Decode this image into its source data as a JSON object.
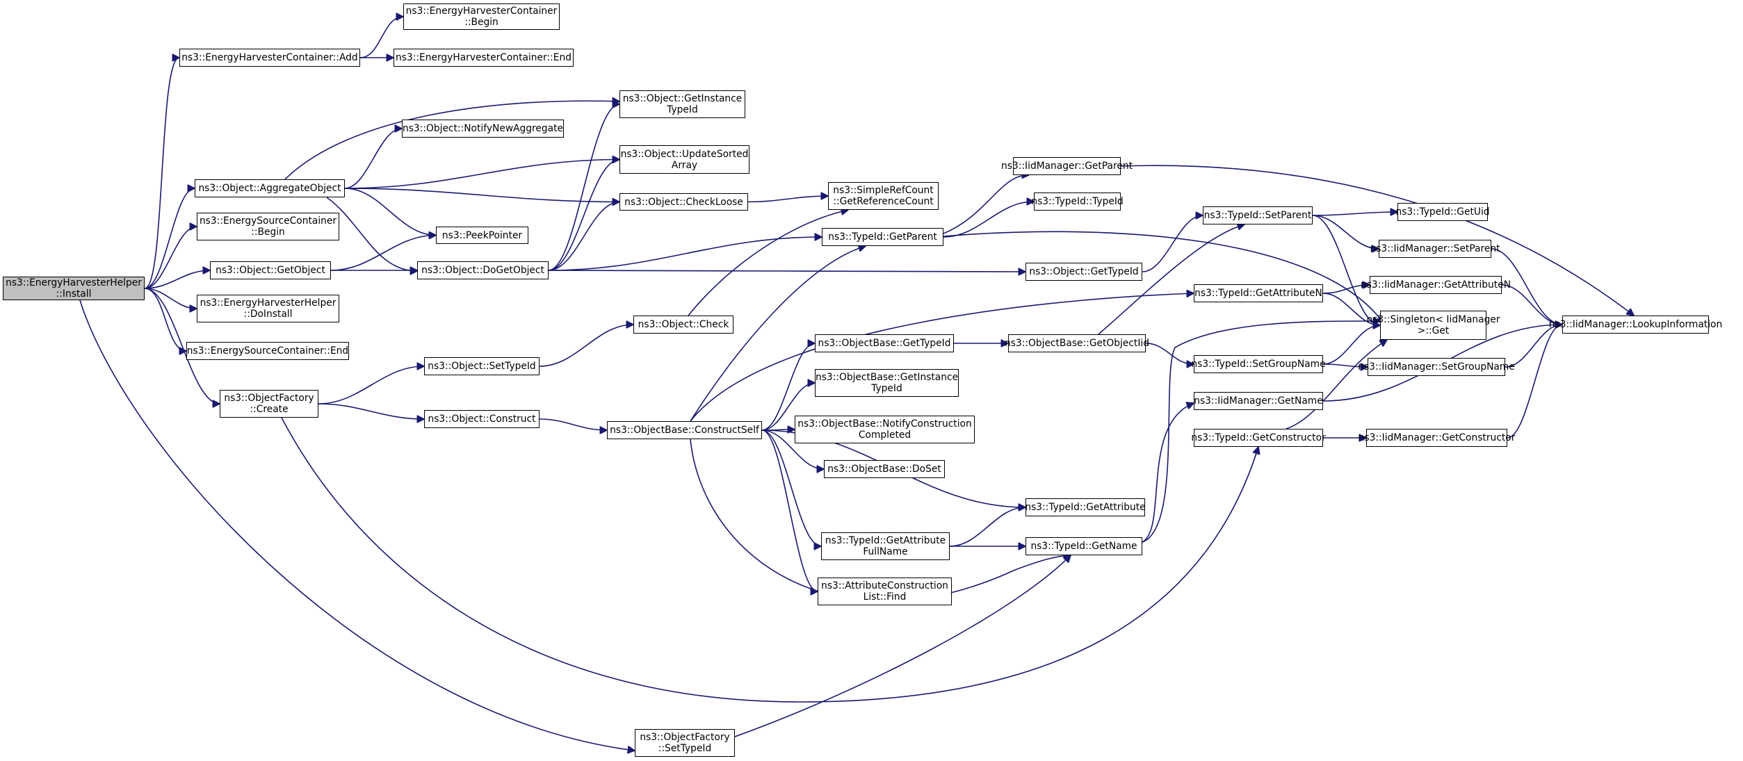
{
  "graph": {
    "nodes": [
      {
        "id": "install",
        "lines": [
          "ns3::EnergyHarvesterHelper",
          "::Install"
        ],
        "root": true
      },
      {
        "id": "ehc_add",
        "lines": [
          "ns3::EnergyHarvesterContainer::Add"
        ]
      },
      {
        "id": "ehc_begin",
        "lines": [
          "ns3::EnergyHarvesterContainer",
          "::Begin"
        ]
      },
      {
        "id": "ehc_end",
        "lines": [
          "ns3::EnergyHarvesterContainer::End"
        ]
      },
      {
        "id": "obj_aggregate",
        "lines": [
          "ns3::Object::AggregateObject"
        ]
      },
      {
        "id": "obj_getinstancetypeid",
        "lines": [
          "ns3::Object::GetInstance",
          "TypeId"
        ]
      },
      {
        "id": "obj_notifynewaggregate",
        "lines": [
          "ns3::Object::NotifyNewAggregate"
        ]
      },
      {
        "id": "obj_updatesorted",
        "lines": [
          "ns3::Object::UpdateSorted",
          "Array"
        ]
      },
      {
        "id": "obj_checkloose",
        "lines": [
          "ns3::Object::CheckLoose"
        ]
      },
      {
        "id": "src_begin",
        "lines": [
          "ns3::EnergySourceContainer",
          "::Begin"
        ]
      },
      {
        "id": "peekpointer",
        "lines": [
          "ns3::PeekPointer"
        ]
      },
      {
        "id": "obj_getobject",
        "lines": [
          "ns3::Object::GetObject"
        ]
      },
      {
        "id": "obj_dogetobject",
        "lines": [
          "ns3::Object::DoGetObject"
        ]
      },
      {
        "id": "srefcount",
        "lines": [
          "ns3::SimpleRefCount",
          "::GetReferenceCount"
        ]
      },
      {
        "id": "typeid_getparent",
        "lines": [
          "ns3::TypeId::GetParent"
        ]
      },
      {
        "id": "iid_getparent",
        "lines": [
          "ns3::IidManager::GetParent"
        ]
      },
      {
        "id": "typeid_typeid",
        "lines": [
          "ns3::TypeId::TypeId"
        ]
      },
      {
        "id": "obj_gettypeid",
        "lines": [
          "ns3::Object::GetTypeId"
        ]
      },
      {
        "id": "eh_doinstall",
        "lines": [
          "ns3::EnergyHarvesterHelper",
          "::DoInstall"
        ]
      },
      {
        "id": "src_end",
        "lines": [
          "ns3::EnergySourceContainer::End"
        ]
      },
      {
        "id": "objfactory_create",
        "lines": [
          "ns3::ObjectFactory",
          "::Create"
        ]
      },
      {
        "id": "obj_settypeid",
        "lines": [
          "ns3::Object::SetTypeId"
        ]
      },
      {
        "id": "obj_check",
        "lines": [
          "ns3::Object::Check"
        ]
      },
      {
        "id": "obj_construct",
        "lines": [
          "ns3::Object::Construct"
        ]
      },
      {
        "id": "ob_constructself",
        "lines": [
          "ns3::ObjectBase::ConstructSelf"
        ]
      },
      {
        "id": "ob_gettypeid",
        "lines": [
          "ns3::ObjectBase::GetTypeId"
        ]
      },
      {
        "id": "ob_getinstancetypeid",
        "lines": [
          "ns3::ObjectBase::GetInstance",
          "TypeId"
        ]
      },
      {
        "id": "ob_notifyconstruction",
        "lines": [
          "ns3::ObjectBase::NotifyConstruction",
          "Completed"
        ]
      },
      {
        "id": "ob_doset",
        "lines": [
          "ns3::ObjectBase::DoSet"
        ]
      },
      {
        "id": "typeid_getattributefullname",
        "lines": [
          "ns3::TypeId::GetAttribute",
          "FullName"
        ]
      },
      {
        "id": "acl_find",
        "lines": [
          "ns3::AttributeConstruction",
          "List::Find"
        ]
      },
      {
        "id": "ob_getobjectiid",
        "lines": [
          "ns3::ObjectBase::GetObjectIid"
        ]
      },
      {
        "id": "typeid_getattribute",
        "lines": [
          "ns3::TypeId::GetAttribute"
        ]
      },
      {
        "id": "typeid_getname",
        "lines": [
          "ns3::TypeId::GetName"
        ]
      },
      {
        "id": "typeid_setparent",
        "lines": [
          "ns3::TypeId::SetParent"
        ]
      },
      {
        "id": "typeid_getattributen",
        "lines": [
          "ns3::TypeId::GetAttributeN"
        ]
      },
      {
        "id": "typeid_setgroupname",
        "lines": [
          "ns3::TypeId::SetGroupName"
        ]
      },
      {
        "id": "iid_getname",
        "lines": [
          "ns3::IidManager::GetName"
        ]
      },
      {
        "id": "typeid_getconstructor",
        "lines": [
          "ns3::TypeId::GetConstructor"
        ]
      },
      {
        "id": "typeid_getuid",
        "lines": [
          "ns3::TypeId::GetUid"
        ]
      },
      {
        "id": "iid_setparent",
        "lines": [
          "ns3::IidManager::SetParent"
        ]
      },
      {
        "id": "iid_getattributen",
        "lines": [
          "ns3::IidManager::GetAttributeN"
        ]
      },
      {
        "id": "singleton_get",
        "lines": [
          "ns3::Singleton< IidManager",
          " >::Get"
        ]
      },
      {
        "id": "iid_setgroupname",
        "lines": [
          "ns3::IidManager::SetGroupName"
        ]
      },
      {
        "id": "iid_getconstructor",
        "lines": [
          "ns3::IidManager::GetConstructor"
        ]
      },
      {
        "id": "iid_lookupinformation",
        "lines": [
          "ns3::IidManager::LookupInformation"
        ]
      },
      {
        "id": "objfactory_settypeid",
        "lines": [
          "ns3::ObjectFactory",
          "::SetTypeId"
        ]
      }
    ],
    "edges": [
      [
        "install",
        "ehc_add"
      ],
      [
        "install",
        "obj_aggregate"
      ],
      [
        "install",
        "src_begin"
      ],
      [
        "install",
        "obj_getobject"
      ],
      [
        "install",
        "eh_doinstall"
      ],
      [
        "install",
        "src_end"
      ],
      [
        "install",
        "objfactory_create"
      ],
      [
        "install",
        "objfactory_settypeid"
      ],
      [
        "ehc_add",
        "ehc_begin"
      ],
      [
        "ehc_add",
        "ehc_end"
      ],
      [
        "obj_aggregate",
        "obj_getinstancetypeid"
      ],
      [
        "obj_aggregate",
        "obj_notifynewaggregate"
      ],
      [
        "obj_aggregate",
        "obj_updatesorted"
      ],
      [
        "obj_aggregate",
        "obj_checkloose"
      ],
      [
        "obj_aggregate",
        "peekpointer"
      ],
      [
        "obj_aggregate",
        "obj_dogetobject"
      ],
      [
        "obj_getobject",
        "peekpointer"
      ],
      [
        "obj_getobject",
        "obj_dogetobject"
      ],
      [
        "obj_dogetobject",
        "obj_getinstancetypeid"
      ],
      [
        "obj_dogetobject",
        "obj_updatesorted"
      ],
      [
        "obj_dogetobject",
        "obj_checkloose"
      ],
      [
        "obj_dogetobject",
        "typeid_getparent"
      ],
      [
        "obj_dogetobject",
        "obj_gettypeid"
      ],
      [
        "obj_checkloose",
        "srefcount"
      ],
      [
        "typeid_getparent",
        "iid_getparent"
      ],
      [
        "typeid_getparent",
        "typeid_typeid"
      ],
      [
        "typeid_getparent",
        "singleton_get"
      ],
      [
        "iid_getparent",
        "iid_lookupinformation"
      ],
      [
        "obj_gettypeid",
        "typeid_setparent"
      ],
      [
        "objfactory_create",
        "obj_settypeid"
      ],
      [
        "objfactory_create",
        "obj_construct"
      ],
      [
        "objfactory_create",
        "typeid_getconstructor"
      ],
      [
        "obj_settypeid",
        "obj_check"
      ],
      [
        "obj_check",
        "srefcount"
      ],
      [
        "obj_construct",
        "ob_constructself"
      ],
      [
        "ob_constructself",
        "typeid_getparent"
      ],
      [
        "ob_constructself",
        "ob_gettypeid"
      ],
      [
        "ob_constructself",
        "ob_getinstancetypeid"
      ],
      [
        "ob_constructself",
        "ob_notifyconstruction"
      ],
      [
        "ob_constructself",
        "ob_doset"
      ],
      [
        "ob_constructself",
        "typeid_getattribute"
      ],
      [
        "ob_constructself",
        "typeid_getattributefullname"
      ],
      [
        "ob_constructself",
        "acl_find"
      ],
      [
        "ob_constructself",
        "typeid_getname"
      ],
      [
        "ob_constructself",
        "typeid_getattributen"
      ],
      [
        "ob_gettypeid",
        "ob_getobjectiid"
      ],
      [
        "ob_getobjectiid",
        "typeid_setparent"
      ],
      [
        "ob_getobjectiid",
        "typeid_setgroupname"
      ],
      [
        "typeid_getattributefullname",
        "typeid_getattribute"
      ],
      [
        "typeid_getattributefullname",
        "typeid_getname"
      ],
      [
        "typeid_getname",
        "iid_getname"
      ],
      [
        "typeid_getname",
        "singleton_get"
      ],
      [
        "typeid_setparent",
        "typeid_getuid"
      ],
      [
        "typeid_setparent",
        "iid_setparent"
      ],
      [
        "typeid_setparent",
        "singleton_get"
      ],
      [
        "typeid_getattributen",
        "iid_getattributen"
      ],
      [
        "typeid_getattributen",
        "singleton_get"
      ],
      [
        "typeid_setgroupname",
        "singleton_get"
      ],
      [
        "typeid_setgroupname",
        "iid_setgroupname"
      ],
      [
        "typeid_getconstructor",
        "singleton_get"
      ],
      [
        "typeid_getconstructor",
        "iid_getconstructor"
      ],
      [
        "iid_getname",
        "iid_lookupinformation"
      ],
      [
        "iid_setparent",
        "iid_lookupinformation"
      ],
      [
        "iid_getattributen",
        "iid_lookupinformation"
      ],
      [
        "iid_setgroupname",
        "iid_lookupinformation"
      ],
      [
        "iid_getconstructor",
        "iid_lookupinformation"
      ],
      [
        "objfactory_settypeid",
        "typeid_getname"
      ]
    ]
  }
}
